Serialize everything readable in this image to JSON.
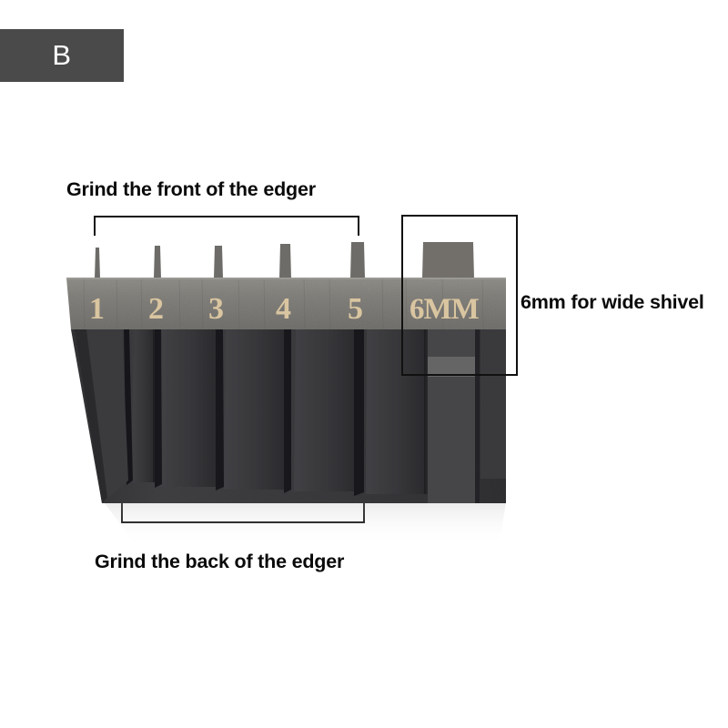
{
  "panel": {
    "badge_label": "B"
  },
  "annotations": {
    "top_callout": "Grind the front of the edger",
    "bottom_callout": "Grind the back of the edger",
    "right_callout": "6mm for wide shivel"
  },
  "tool": {
    "name": "edger-sharpening-guide-block",
    "slot_labels": [
      "1",
      "2",
      "3",
      "4",
      "5"
    ],
    "wide_slot_label": "6MM"
  },
  "colors": {
    "badge_background": "#4a4a4a",
    "badge_text": "#ffffff",
    "annotation_text": "#0a0a0a",
    "bracket_stroke": "#111111",
    "block_top_face": "#7a7874",
    "block_fin_dark": "#333336",
    "engraved_number": "#d9c5a0",
    "page_background": "#ffffff"
  }
}
